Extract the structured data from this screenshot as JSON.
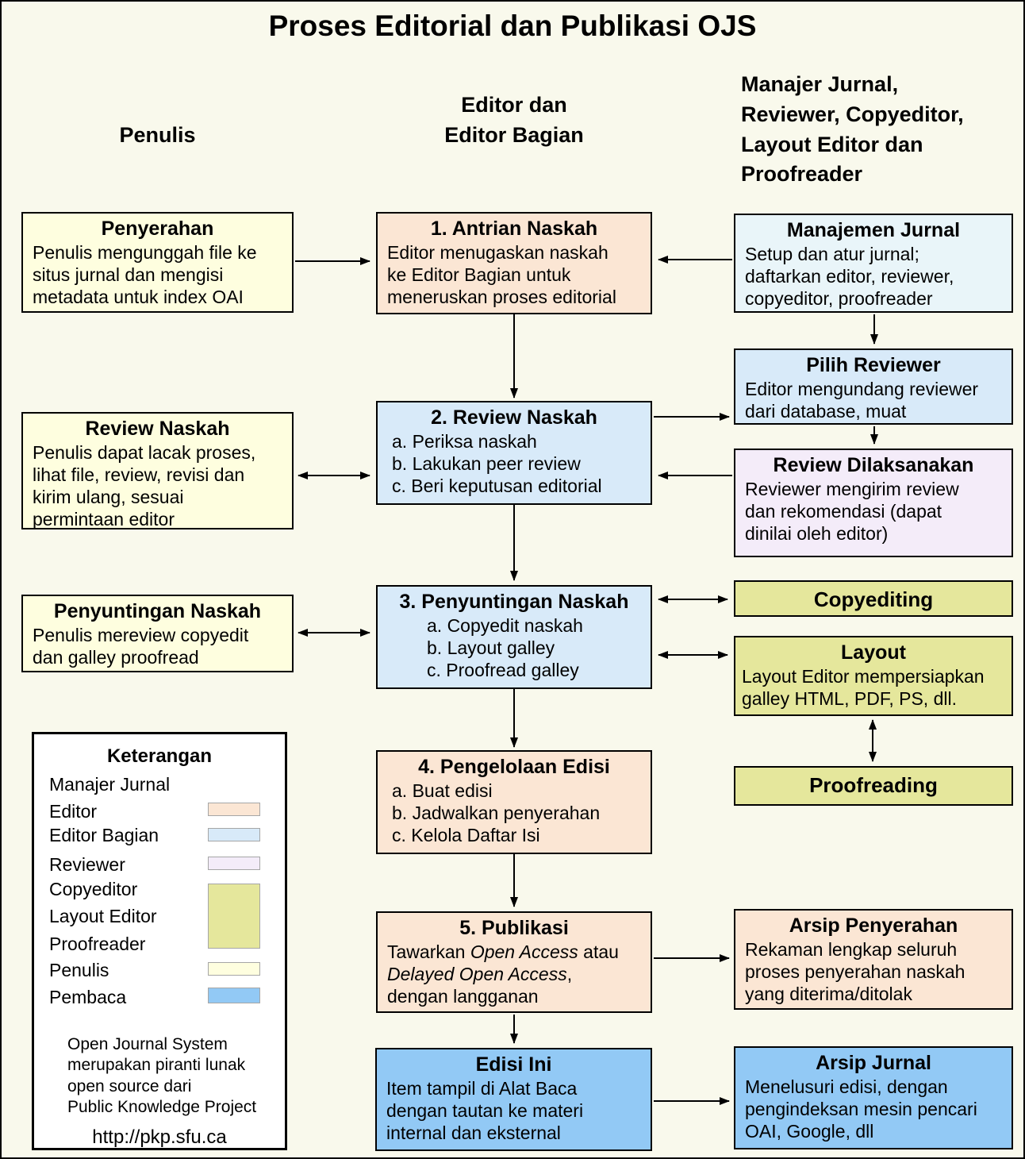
{
  "page": {
    "title": "Proses Editorial dan Publikasi OJS"
  },
  "columns": {
    "left": "Penulis",
    "middle": "Editor dan\nEditor Bagian",
    "right": "Manajer Jurnal,\nReviewer, Copyeditor,\nLayout Editor dan\nProofreader"
  },
  "colors": {
    "background": "#F9F9EC",
    "penulis": "#FEFEDF",
    "editor": "#FBE6D4",
    "editor_bagian": "#D8EAF9",
    "manajer_jurnal": "#E9F5F9",
    "reviewer": "#F4ECF9",
    "copyeditor_layout_proofreader": "#E5E79C",
    "pembaca": "#92C9F5",
    "box_border": "#000000"
  },
  "boxes": {
    "penyerahan": {
      "title": "Penyerahan",
      "body": "Penulis mengunggah file ke\nsitus jurnal dan mengisi\nmetadata untuk index OAI"
    },
    "antrian_naskah": {
      "title": "1. Antrian Naskah",
      "body": "Editor menugaskan naskah\nke Editor Bagian untuk\nmeneruskan proses editorial"
    },
    "manajemen_jurnal": {
      "title": "Manajemen Jurnal",
      "body": "Setup dan atur jurnal;\ndaftarkan editor, reviewer,\ncopyeditor, proofreader"
    },
    "review_naskah_penulis": {
      "title": "Review Naskah",
      "body": "Penulis dapat lacak proses,\nlihat file, review, revisi dan\nkirim ulang, sesuai\npermintaan editor"
    },
    "review_naskah": {
      "title": "2. Review Naskah",
      "body": "a. Periksa naskah\nb. Lakukan peer review\nc. Beri keputusan editorial"
    },
    "pilih_reviewer": {
      "title": "Pilih Reviewer",
      "body": "Editor mengundang reviewer\ndari database, muat"
    },
    "review_dilaksanakan": {
      "title": "Review Dilaksanakan",
      "body": "Reviewer mengirim review\ndan rekomendasi (dapat\ndinilai oleh editor)"
    },
    "penyuntingan_naskah_penulis": {
      "title": "Penyuntingan Naskah",
      "body": "Penulis mereview copyedit\ndan galley proofread"
    },
    "penyuntingan_naskah": {
      "title": "3. Penyuntingan Naskah",
      "body": "a. Copyedit naskah\nb. Layout galley\nc. Proofread galley"
    },
    "copyediting": {
      "title": "Copyediting"
    },
    "layout": {
      "title": "Layout",
      "body": "Layout Editor mempersiapkan\ngalley HTML, PDF, PS, dll."
    },
    "proofreading": {
      "title": "Proofreading"
    },
    "pengelolaan_edisi": {
      "title": "4. Pengelolaan Edisi",
      "body": "a. Buat edisi\nb. Jadwalkan penyerahan\nc. Kelola Daftar Isi"
    },
    "publikasi": {
      "title": "5. Publikasi",
      "body_segments": [
        {
          "text": "Tawarkan "
        },
        {
          "text": "Open Access",
          "italic": true
        },
        {
          "text": " atau\n"
        },
        {
          "text": "Delayed Open Access",
          "italic": true
        },
        {
          "text": ",\ndengan langganan"
        }
      ]
    },
    "arsip_penyerahan": {
      "title": "Arsip Penyerahan",
      "body": "Rekaman lengkap seluruh\nproses penyerahan naskah\nyang diterima/ditolak"
    },
    "edisi_ini": {
      "title": "Edisi Ini",
      "body": "Item tampil di Alat Baca\ndengan tautan ke materi\ninternal dan eksternal"
    },
    "arsip_jurnal": {
      "title": "Arsip Jurnal",
      "body": "Menelusuri edisi, dengan\npengindeksan mesin pencari\nOAI, Google, dll"
    }
  },
  "legend": {
    "title": "Keterangan",
    "items": [
      {
        "label": "Manajer Jurnal"
      },
      {
        "label": "Editor",
        "swatch": "editor"
      },
      {
        "label": "Editor Bagian",
        "swatch": "editor_bagian"
      },
      {
        "label": "Reviewer",
        "swatch": "reviewer"
      },
      {
        "label": "Copyeditor",
        "swatch": "copyeditor_layout_proofreader"
      },
      {
        "label": "Layout Editor",
        "swatch": "copyeditor_layout_proofreader"
      },
      {
        "label": "Proofreader",
        "swatch": "copyeditor_layout_proofreader"
      },
      {
        "label": "Penulis",
        "swatch": "penulis"
      },
      {
        "label": "Pembaca",
        "swatch": "pembaca"
      }
    ],
    "note": "Open Journal System\nmerupakan piranti lunak\nopen source dari\nPublic Knowledge Project",
    "url": "http://pkp.sfu.ca"
  }
}
